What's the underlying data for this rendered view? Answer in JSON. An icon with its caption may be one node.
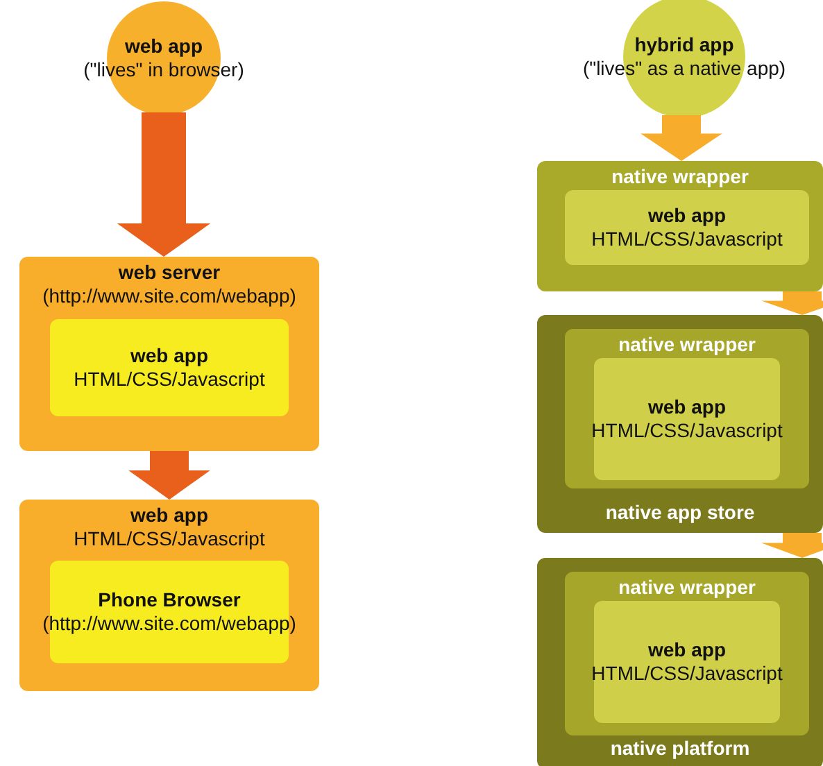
{
  "diagram": {
    "nodes": [
      {
        "text": [
          "web app",
          "(\"lives\" in browser)"
        ]
      },
      {
        "text": [
          "web server",
          "(http://www.site.com/webapp)"
        ]
      },
      {
        "text": [
          "web app",
          "HTML/CSS/Javascript"
        ],
        "in": 1
      },
      {
        "text": [
          "web app",
          "HTML/CSS/Javascript"
        ]
      },
      {
        "text": [
          "Phone Browser",
          "(http://www.site.com/webapp)"
        ],
        "in": 3
      },
      {
        "text": [
          "hybrid app",
          "(\"lives\" as a native app)"
        ]
      },
      {
        "text": [
          "native wrapper"
        ]
      },
      {
        "text": [
          "web app",
          "HTML/CSS/Javascript"
        ],
        "in": 6
      },
      {
        "text": [
          "native app store"
        ]
      },
      {
        "text": [
          "native wrapper"
        ],
        "in": 8
      },
      {
        "text": [
          "web app",
          "HTML/CSS/Javascript"
        ],
        "in": 9
      },
      {
        "text": [
          "native platform"
        ]
      },
      {
        "text": [
          "native wrapper"
        ],
        "in": 11
      },
      {
        "text": [
          "web app",
          "HTML/CSS/Javascript"
        ],
        "in": 12
      }
    ],
    "edges": [
      {
        "from": 0,
        "to": 1,
        "arrow": "to",
        "style": "thick",
        "color": "#e8601c"
      },
      {
        "from": 1,
        "to": 3,
        "arrow": "to",
        "style": "thick",
        "color": "#e8601c"
      },
      {
        "from": 5,
        "to": 6,
        "arrow": "to",
        "style": "thick"
      },
      {
        "from": 6,
        "to": 8,
        "arrow": "to",
        "style": "thick"
      },
      {
        "from": 8,
        "to": 11,
        "arrow": "to",
        "style": "thick"
      }
    ]
  }
}
